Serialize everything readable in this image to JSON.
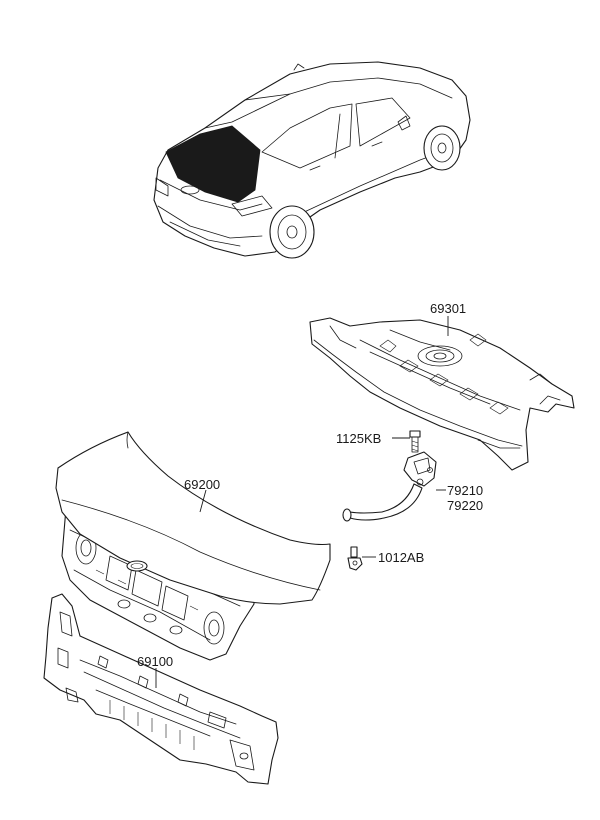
{
  "colors": {
    "line": "#1a1a1a",
    "background": "#ffffff"
  },
  "labels": {
    "p69301": "69301",
    "p1125KB": "1125KB",
    "p79210": "79210",
    "p79220": "79220",
    "p69200": "69200",
    "p1012AB": "1012AB",
    "p69100": "69100"
  }
}
